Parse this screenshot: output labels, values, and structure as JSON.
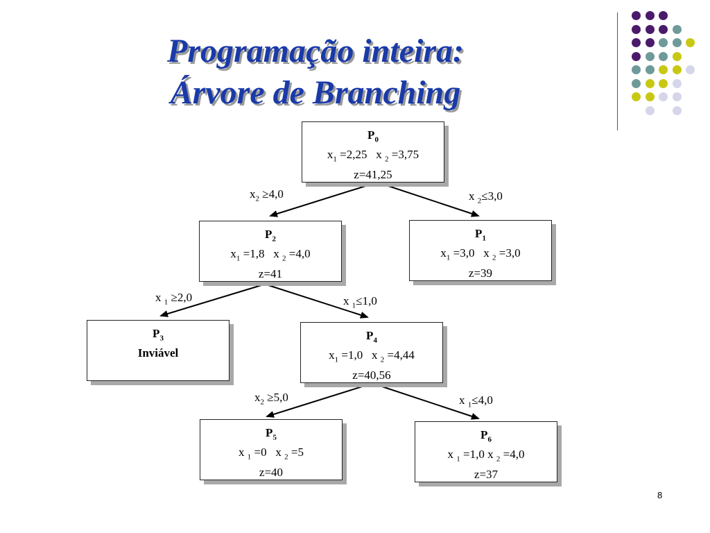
{
  "title": {
    "line1": "Programação inteira:",
    "line2": "Árvore de Branching"
  },
  "page_number": "8",
  "decoration": {
    "colors": {
      "purple": "#4b1a6b",
      "teal": "#6f9a9a",
      "yellow": "#c8c814",
      "lavender": "#d6d6ea"
    }
  },
  "nodes": {
    "p0": {
      "name": "P",
      "sub": "0",
      "l1a": "x",
      "l1as": "1",
      "l1av": " =2,25   ",
      "l1b": "x",
      "l1bs": "2",
      "l1bv": " =3,75",
      "l2": "z=41,25"
    },
    "p2": {
      "name": "P",
      "sub": "2",
      "l1a": "x",
      "l1as": "1",
      "l1av": " =1,8   ",
      "l1b": "x",
      "l1bs": "2",
      "l1bv": " =4,0",
      "l2": "z=41"
    },
    "p1": {
      "name": "P",
      "sub": "1",
      "l1a": "x",
      "l1as": "1",
      "l1av": " =3,0   ",
      "l1b": "x",
      "l1bs": "2",
      "l1bv": " =3,0",
      "l2": "z=39"
    },
    "p3": {
      "name": "P",
      "sub": "3",
      "l1": "Inviável"
    },
    "p4": {
      "name": "P",
      "sub": "4",
      "l1a": "x",
      "l1as": "1",
      "l1av": " =1,0   ",
      "l1b": "x",
      "l1bs": "2",
      "l1bv": " =4,44",
      "l2": "z=40,56"
    },
    "p5": {
      "name": "P",
      "sub": "5",
      "l1a": "x",
      "l1as": "1",
      "l1av": " =0   ",
      "l1b": "x",
      "l1bs": "2",
      "l1bv": " =5",
      "l2": "z=40"
    },
    "p6": {
      "name": "P",
      "sub": "6",
      "l1a": "x",
      "l1as": "1",
      "l1av": " =1,0 ",
      "l1b": "x",
      "l1bs": "2",
      "l1bv": " =4,0",
      "l2": "z=37"
    }
  },
  "edges": {
    "e02": {
      "var": "x",
      "sub": "2",
      "cond": " ≥4,0"
    },
    "e01": {
      "var": "x",
      "sub": "2",
      "cond": "≤3,0"
    },
    "e23": {
      "var": "x",
      "sub": "1",
      "cond": " ≥2,0"
    },
    "e24": {
      "var": "x",
      "sub": "1",
      "cond": "≤1,0"
    },
    "e45": {
      "var": "x",
      "sub": "2",
      "cond": " ≥5,0"
    },
    "e46": {
      "var": "x",
      "sub": "1",
      "cond": "≤4,0"
    }
  }
}
